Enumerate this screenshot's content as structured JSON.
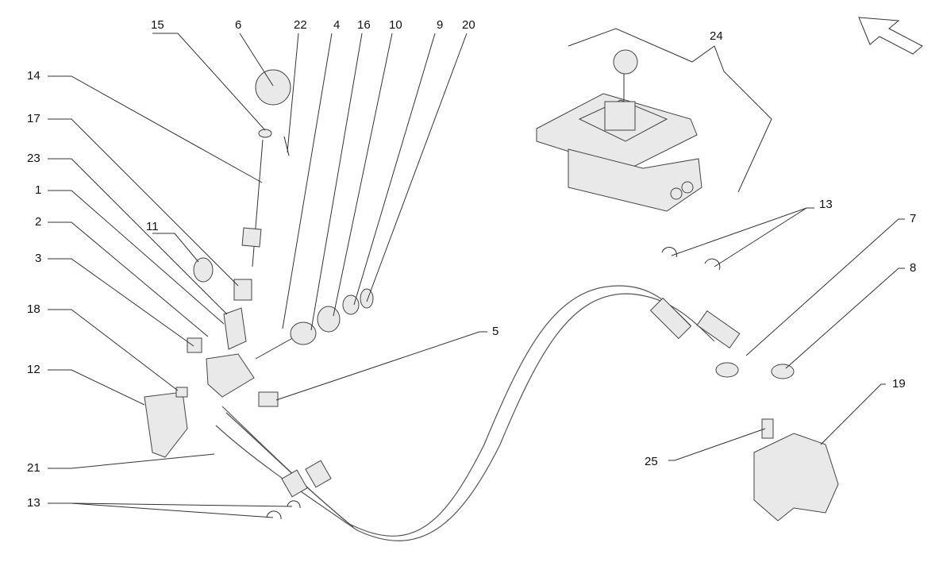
{
  "callouts": [
    {
      "id": "c15",
      "text": "15"
    },
    {
      "id": "c6",
      "text": "6"
    },
    {
      "id": "c22",
      "text": "22"
    },
    {
      "id": "c4",
      "text": "4"
    },
    {
      "id": "c16",
      "text": "16"
    },
    {
      "id": "c10",
      "text": "10"
    },
    {
      "id": "c9",
      "text": "9"
    },
    {
      "id": "c20",
      "text": "20"
    },
    {
      "id": "c24",
      "text": "24"
    },
    {
      "id": "c14",
      "text": "14"
    },
    {
      "id": "c17",
      "text": "17"
    },
    {
      "id": "c23",
      "text": "23"
    },
    {
      "id": "c1",
      "text": "1"
    },
    {
      "id": "c11",
      "text": "11"
    },
    {
      "id": "c2",
      "text": "2"
    },
    {
      "id": "c3",
      "text": "3"
    },
    {
      "id": "c18",
      "text": "18"
    },
    {
      "id": "c12",
      "text": "12"
    },
    {
      "id": "c21",
      "text": "21"
    },
    {
      "id": "c13a",
      "text": "13"
    },
    {
      "id": "c5",
      "text": "5"
    },
    {
      "id": "c13b",
      "text": "13"
    },
    {
      "id": "c7",
      "text": "7"
    },
    {
      "id": "c8",
      "text": "8"
    },
    {
      "id": "c19",
      "text": "19"
    },
    {
      "id": "c25",
      "text": "25"
    }
  ],
  "icons": {
    "orientation": "direction-arrow-icon"
  }
}
